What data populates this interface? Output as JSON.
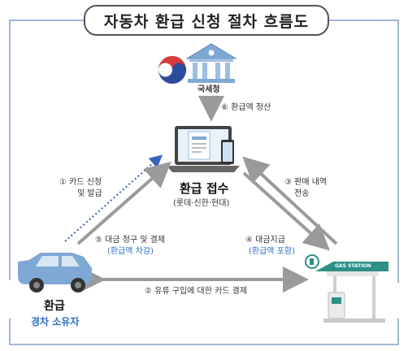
{
  "title": "자동차 환급 신청 절차 흐름도",
  "nodes": {
    "tax_office": "국세청",
    "card_company_title": "환급 접수",
    "card_company_sub": "(롯데·신한·현대)",
    "owner_title": "환급",
    "owner_sub": "경차 소유자",
    "gas_station_sign": "GAS STATION"
  },
  "steps": {
    "s1_line1": "① 카드 신청",
    "s1_line2": "및 발급",
    "s2": "② 유류 구입에 대한 카드 결제",
    "s3_line1": "③ 판매 내역",
    "s3_line2": "전송",
    "s4_line1": "④ 대금지급",
    "s4_line2": "(환급액 포함)",
    "s5_line1": "⑤ 대금 청구 및 결제",
    "s5_line2": "(환급액 차감)",
    "s6": "⑥ 환급액 정산"
  },
  "colors": {
    "arrow": "#9a9a9a",
    "dotted_arrow": "#3a63b8",
    "frame": "#7e9fcc",
    "accent_text": "#2f6fc7",
    "car": "#7fa8d4",
    "station": "#2e8f87"
  }
}
